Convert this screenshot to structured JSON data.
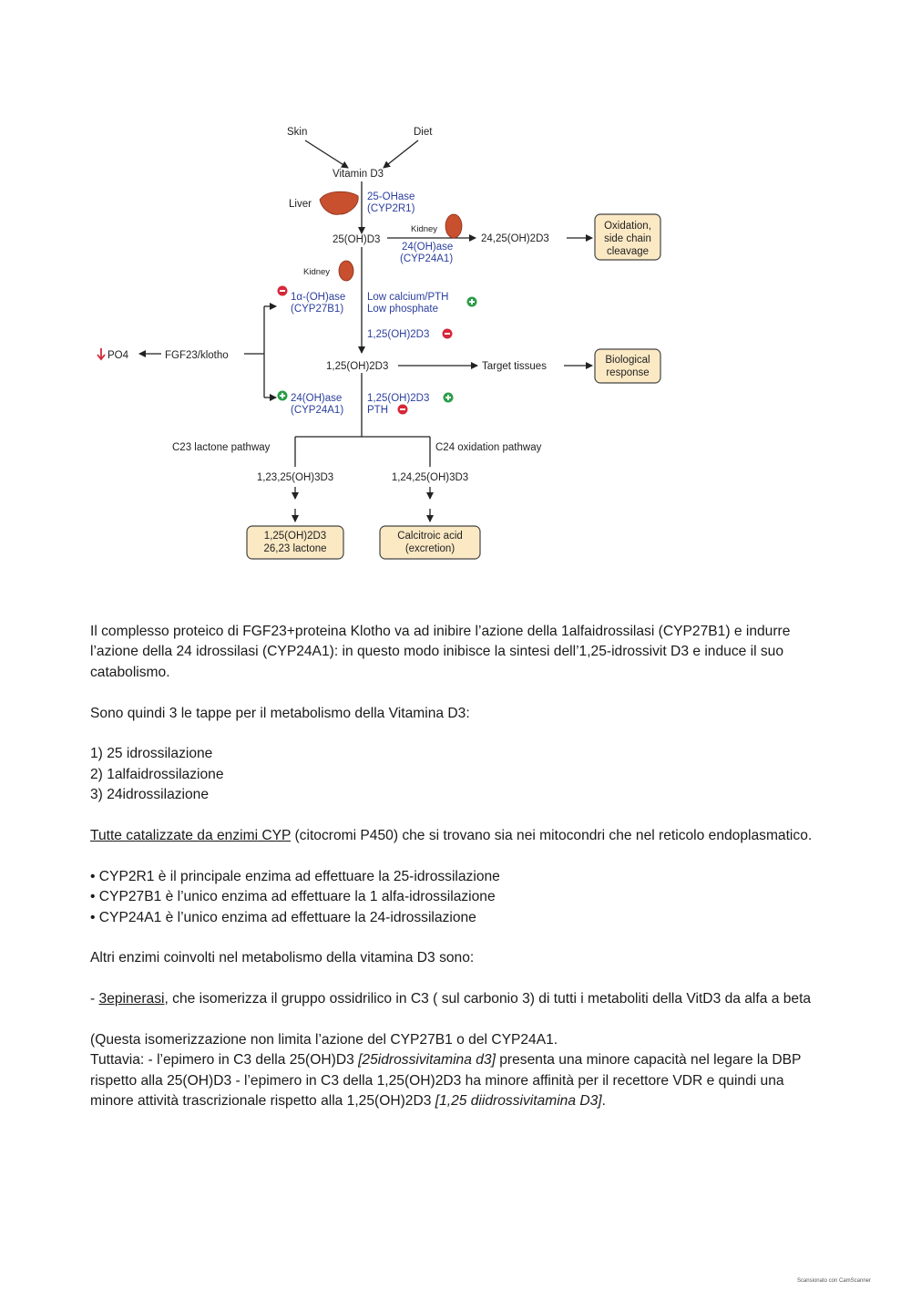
{
  "figure": {
    "skin": "Skin",
    "diet": "Diet",
    "vitamin_d3": "Vitamin D3",
    "liver": "Liver",
    "ohase25": "25-OHase",
    "cyp2r1": "(CYP2R1)",
    "oh_d3_25": "25(OH)D3",
    "kidney_top": "Kidney",
    "ohase24_top": "24(OH)ase",
    "cyp24a1_top": "(CYP24A1)",
    "d3_2425": "24,25(OH)2D3",
    "oxidation_box": [
      "Oxidation,",
      "side chain",
      "cleavage"
    ],
    "kidney_mid": "Kidney",
    "ohase1a": "1α-(OH)ase",
    "cyp27b1": "(CYP27B1)",
    "low_calcium": "Low calcium/PTH",
    "low_phosphate": "Low phosphate",
    "d3_125_neg": "1,25(OH)2D3",
    "po4": "PO4",
    "fgf23": "FGF23/klotho",
    "d3_125": "1,25(OH)2D3",
    "target_tissues": "Target tissues",
    "bio_box": [
      "Biological",
      "response"
    ],
    "ohase24_bottom": "24(OH)ase",
    "cyp24a1_bottom": "(CYP24A1)",
    "d3_125_pos": "1,25(OH)2D3",
    "pth": "PTH",
    "c23_pathway": "C23 lactone pathway",
    "c24_pathway": "C24 oxidation pathway",
    "d3_12325": "1,23,25(OH)3D3",
    "d3_12425": "1,24,25(OH)3D3",
    "lactone_box": [
      "1,25(OH)2D3",
      "26,23 lactone"
    ],
    "calcitroic_box": [
      "Calcitroic acid",
      "(excretion)"
    ]
  },
  "text": {
    "p1": "Il complesso proteico di FGF23+proteina Klotho va ad inibire l’azione della 1alfaidrossilasi (CYP27B1) e indurre l’azione della 24 idrossilasi (CYP24A1): in questo modo inibisce la sintesi dell’1,25-idrossivit D3 e induce il suo catabolismo.",
    "p2": "Sono quindi 3 le tappe per il metabolismo della Vitamina D3:",
    "steps": [
      "1) 25 idrossilazione",
      "2) 1alfaidrossilazione",
      "3) 24idrossilazione"
    ],
    "p3_underlined": "Tutte catalizzate da enzimi CYP",
    "p3_rest": "  (citocromi P450) che si trovano sia nei mitocondri che nel reticolo endoplasmatico.",
    "bullets": [
      "• CYP2R1 è il principale enzima ad effettuare la 25-idrossilazione",
      "• CYP27B1 è l’unico enzima ad effettuare la 1 alfa-idrossilazione",
      "• CYP24A1 è l’unico enzima ad effettuare la 24-idrossilazione"
    ],
    "p4": "Altri enzimi coinvolti nel metabolismo della vitamina D3 sono:",
    "p5_dash": "- ",
    "p5_underlined": "3epinerasi",
    "p5_rest": ", che isomerizza il gruppo ossidrilico in C3 ( sul carbonio 3)  di tutti i metaboliti della VitD3 da alfa a beta",
    "p6_line1": "(Questa isomerizzazione non limita l’azione del CYP27B1 o del CYP24A1.",
    "p6_a": "Tuttavia: - l’epimero in C3 della 25(OH)D3  ",
    "p6_italic1": "[25idrossivitamina d3]",
    "p6_b": "   presenta una minore capacità nel legare la DBP rispetto alla 25(OH)D3 - l’epimero in C3 della 1,25(OH)2D3 ha minore affinità per il recettore VDR e quindi una minore attività trascrizionale rispetto alla 1,25(OH)2D3  ",
    "p6_italic2": "[1,25 diidrossivitamina D3]",
    "p6_end": "."
  },
  "footer": {
    "stamp": "Scansionato con CamScanner"
  }
}
